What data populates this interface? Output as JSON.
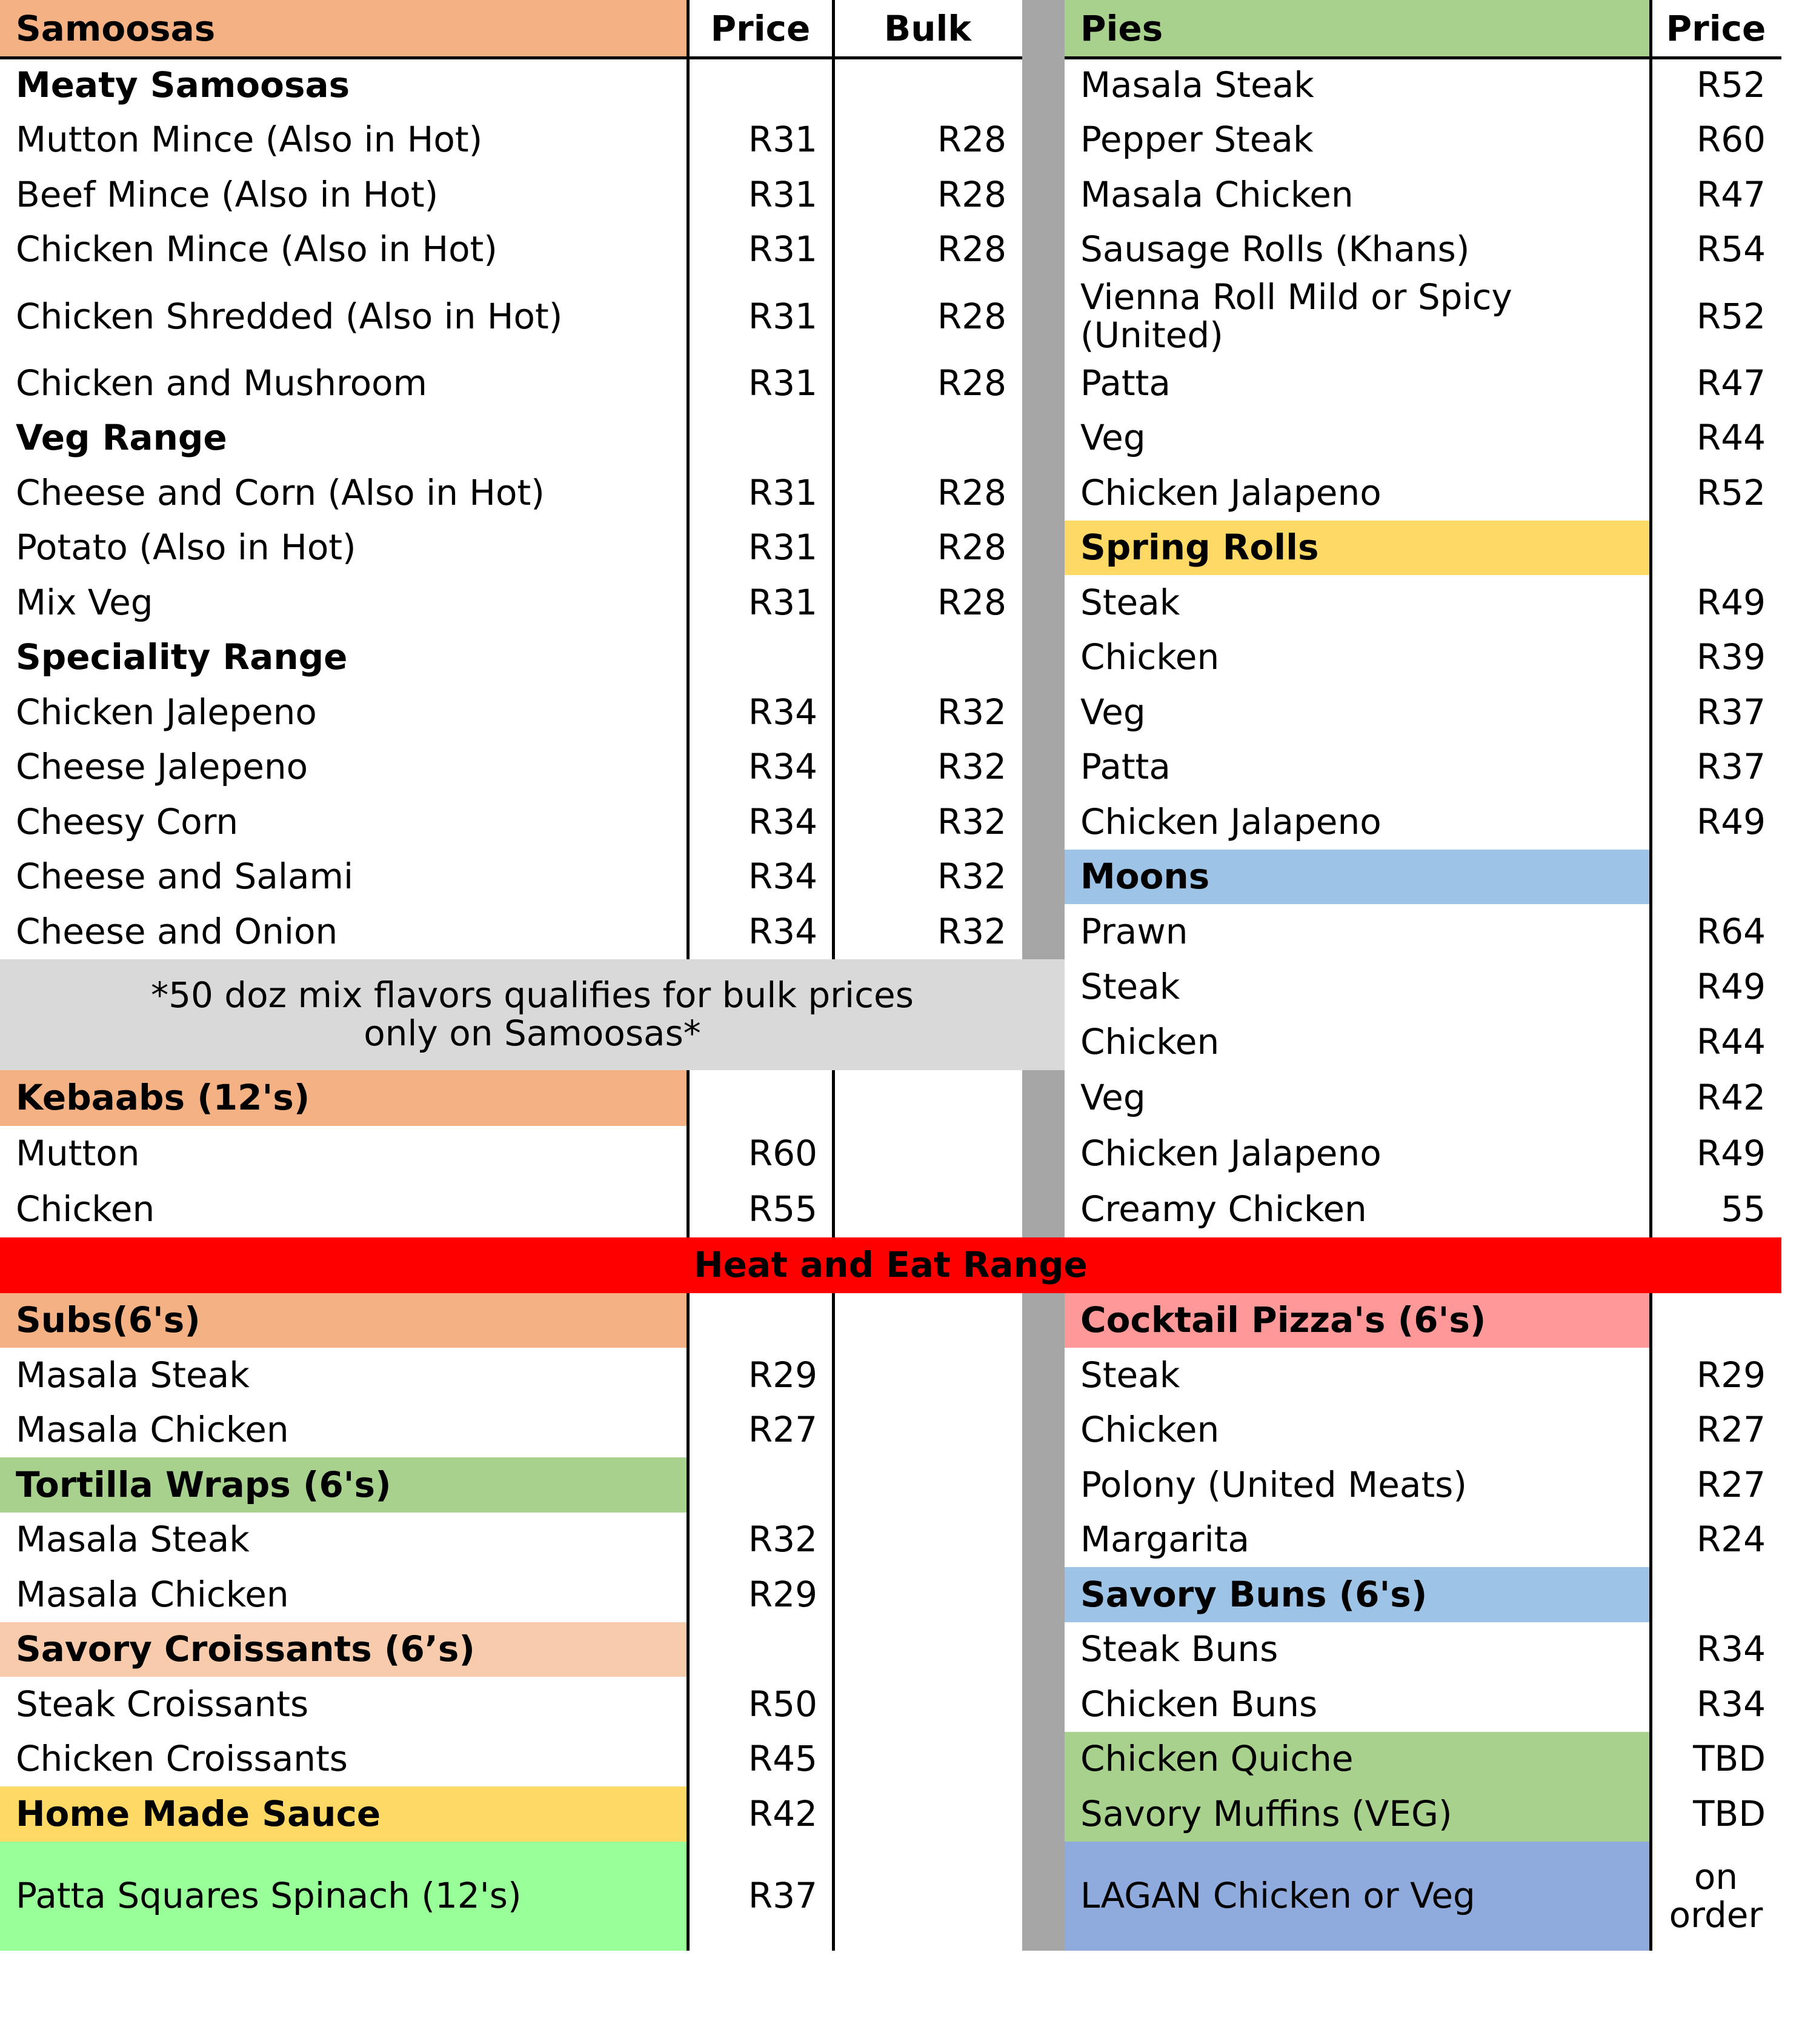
{
  "colors": {
    "orange": "#f4b183",
    "light_orange": "#f8cbad",
    "green": "#a9d18e",
    "yellow": "#ffd966",
    "blue": "#9dc3e6",
    "pink": "#ff9999",
    "red": "#ff0000",
    "bright_green": "#99ff99",
    "steel_blue": "#8faadc",
    "note_gray": "#d9d9d9",
    "separator_gray": "#a6a6a6"
  },
  "left": {
    "header": {
      "title": "Samoosas",
      "price": "Price",
      "bulk": "Bulk"
    },
    "meaty": {
      "heading": "Meaty Samoosas",
      "items": [
        {
          "name": "Mutton Mince (Also in Hot)",
          "price": "R31",
          "bulk": "R28"
        },
        {
          "name": "Beef Mince (Also in Hot)",
          "price": "R31",
          "bulk": "R28"
        },
        {
          "name": "Chicken Mince (Also in Hot)",
          "price": "R31",
          "bulk": "R28"
        },
        {
          "name": "Chicken Shredded (Also in Hot)",
          "price": "R31",
          "bulk": "R28"
        },
        {
          "name": "Chicken and Mushroom",
          "price": "R31",
          "bulk": "R28"
        }
      ]
    },
    "veg": {
      "heading": "Veg Range",
      "items": [
        {
          "name": "Cheese and Corn (Also in Hot)",
          "price": "R31",
          "bulk": "R28"
        },
        {
          "name": "Potato (Also in Hot)",
          "price": "R31",
          "bulk": "R28"
        },
        {
          "name": "Mix Veg",
          "price": "R31",
          "bulk": "R28"
        }
      ]
    },
    "speciality": {
      "heading": "Speciality Range",
      "items": [
        {
          "name": "Chicken Jalepeno",
          "price": "R34",
          "bulk": "R32"
        },
        {
          "name": "Cheese Jalepeno",
          "price": "R34",
          "bulk": "R32"
        },
        {
          "name": "Cheesy Corn",
          "price": "R34",
          "bulk": "R32"
        },
        {
          "name": "Cheese and Salami",
          "price": "R34",
          "bulk": "R32"
        },
        {
          "name": "Cheese and Onion",
          "price": "R34",
          "bulk": "R32"
        }
      ]
    },
    "note": {
      "line1": "*50 doz mix flavors qualifies for bulk prices",
      "line2": "only on Samoosas*"
    },
    "kebaabs": {
      "heading": "Kebaabs (12's)",
      "items": [
        {
          "name": "Mutton",
          "price": "R60"
        },
        {
          "name": "Chicken",
          "price": "R55"
        }
      ]
    },
    "subs": {
      "heading": "Subs(6's)",
      "items": [
        {
          "name": "Masala Steak",
          "price": "R29"
        },
        {
          "name": "Masala Chicken",
          "price": "R27"
        }
      ]
    },
    "wraps": {
      "heading": "Tortilla Wraps (6's)",
      "items": [
        {
          "name": "Masala Steak",
          "price": "R32"
        },
        {
          "name": "Masala Chicken",
          "price": "R29"
        }
      ]
    },
    "croissants": {
      "heading": "Savory Croissants (6’s)",
      "items": [
        {
          "name": "Steak Croissants",
          "price": "R50"
        },
        {
          "name": "Chicken Croissants",
          "price": "R45"
        }
      ]
    },
    "sauce": {
      "name": "Home Made Sauce",
      "price": "R42"
    },
    "patta_squares": {
      "name": "Patta Squares Spinach (12's)",
      "price": "R37"
    }
  },
  "banner": "Heat and Eat Range",
  "right": {
    "header": {
      "title": "Pies",
      "price": "Price"
    },
    "pies": [
      {
        "name": "Masala Steak",
        "price": "R52"
      },
      {
        "name": "Pepper Steak",
        "price": "R60"
      },
      {
        "name": "Masala Chicken",
        "price": "R47"
      },
      {
        "name": "Sausage Rolls (Khans)",
        "price": "R54"
      },
      {
        "name": "Vienna Roll Mild or Spicy (United)",
        "price": "R52"
      },
      {
        "name": "Patta",
        "price": "R47"
      },
      {
        "name": "Veg",
        "price": "R44"
      },
      {
        "name": "Chicken Jalapeno",
        "price": "R52"
      }
    ],
    "spring_rolls": {
      "heading": "Spring Rolls",
      "items": [
        {
          "name": "Steak",
          "price": "R49"
        },
        {
          "name": "Chicken",
          "price": "R39"
        },
        {
          "name": "Veg",
          "price": "R37"
        },
        {
          "name": "Patta",
          "price": "R37"
        },
        {
          "name": "Chicken Jalapeno",
          "price": "R49"
        }
      ]
    },
    "moons": {
      "heading": "Moons",
      "items": [
        {
          "name": "Prawn",
          "price": "R64"
        },
        {
          "name": "Steak",
          "price": "R49"
        },
        {
          "name": "Chicken",
          "price": "R44"
        },
        {
          "name": "Veg",
          "price": "R42"
        },
        {
          "name": "Chicken Jalapeno",
          "price": "R49"
        },
        {
          "name": "Creamy Chicken",
          "price": "55"
        }
      ]
    },
    "pizzas": {
      "heading": "Cocktail Pizza's (6's)",
      "items": [
        {
          "name": "Steak",
          "price": "R29"
        },
        {
          "name": "Chicken",
          "price": "R27"
        },
        {
          "name": "Polony (United Meats)",
          "price": "R27"
        },
        {
          "name": "Margarita",
          "price": "R24"
        }
      ]
    },
    "buns": {
      "heading": "Savory Buns (6's)",
      "items": [
        {
          "name": "Steak Buns",
          "price": "R34"
        },
        {
          "name": "Chicken Buns",
          "price": "R34"
        }
      ]
    },
    "quiche": {
      "name": "Chicken Quiche",
      "price": "TBD"
    },
    "muffins": {
      "name": "Savory Muffins (VEG)",
      "price": "TBD"
    },
    "lagan": {
      "name": "LAGAN Chicken or Veg",
      "price": "on order"
    }
  }
}
